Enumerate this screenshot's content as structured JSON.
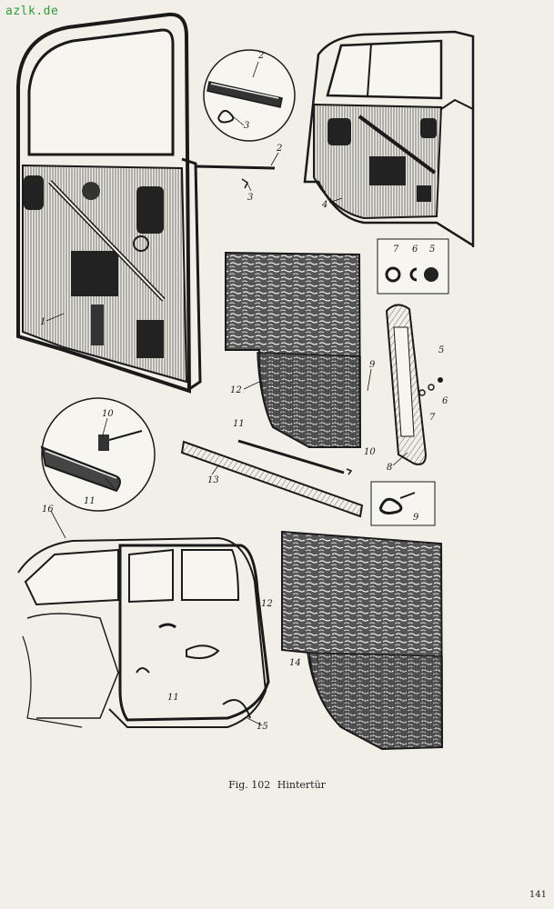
{
  "watermark": "azlk.de",
  "caption": {
    "fig": "Fig. 102",
    "title": "Hintertür"
  },
  "page_number": "141",
  "callouts": [
    "1",
    "2",
    "2",
    "3",
    "3",
    "4",
    "5",
    "5",
    "6",
    "6",
    "7",
    "7",
    "8",
    "9",
    "9",
    "10",
    "10",
    "11",
    "11",
    "11",
    "12",
    "12",
    "13",
    "14",
    "15",
    "16"
  ],
  "colors": {
    "ink": "#1a1a1a",
    "paper": "#f2efe8",
    "watermark": "#2e9e3a"
  }
}
